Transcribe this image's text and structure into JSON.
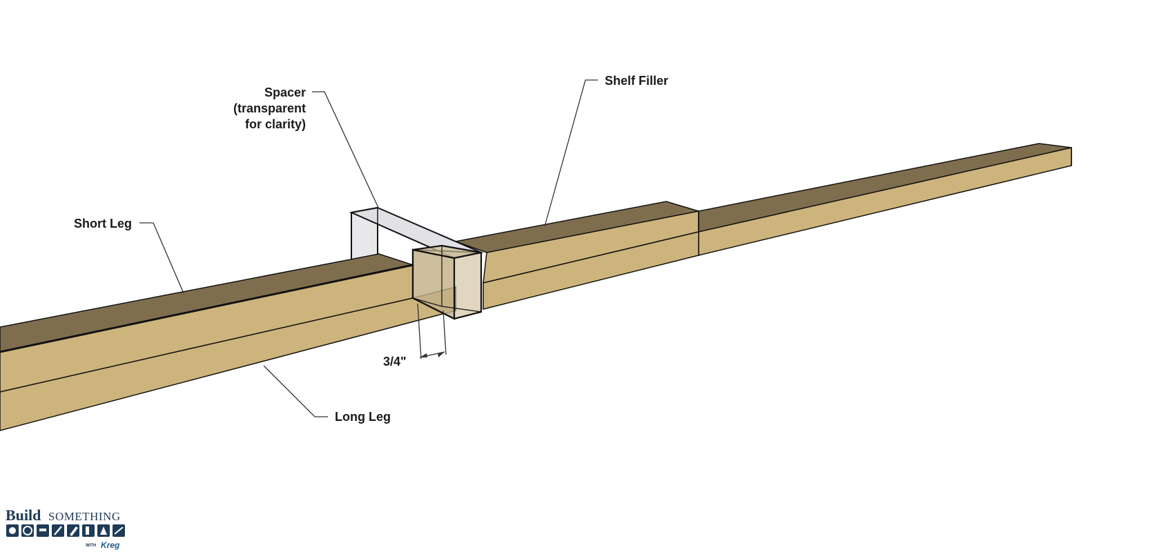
{
  "labels": {
    "spacer": [
      "Spacer",
      "(transparent",
      "for clarity)"
    ],
    "shelf_filler": "Shelf Filler",
    "short_leg": "Short Leg",
    "long_leg": "Long Leg",
    "dimension": "3/4\""
  },
  "logo": {
    "build": "Build",
    "something": "SOMETHING",
    "with": "WITH",
    "brand": "Kreg"
  },
  "colors": {
    "wood_top": "#7f6e4e",
    "wood_face": "#cdb47c",
    "wood_face_light": "#d6bf8b",
    "outline": "#111111",
    "spacer_fill": "#e4e4e8",
    "logo_primary": "#1f3b57",
    "logo_accent": "#1f5a8f"
  }
}
